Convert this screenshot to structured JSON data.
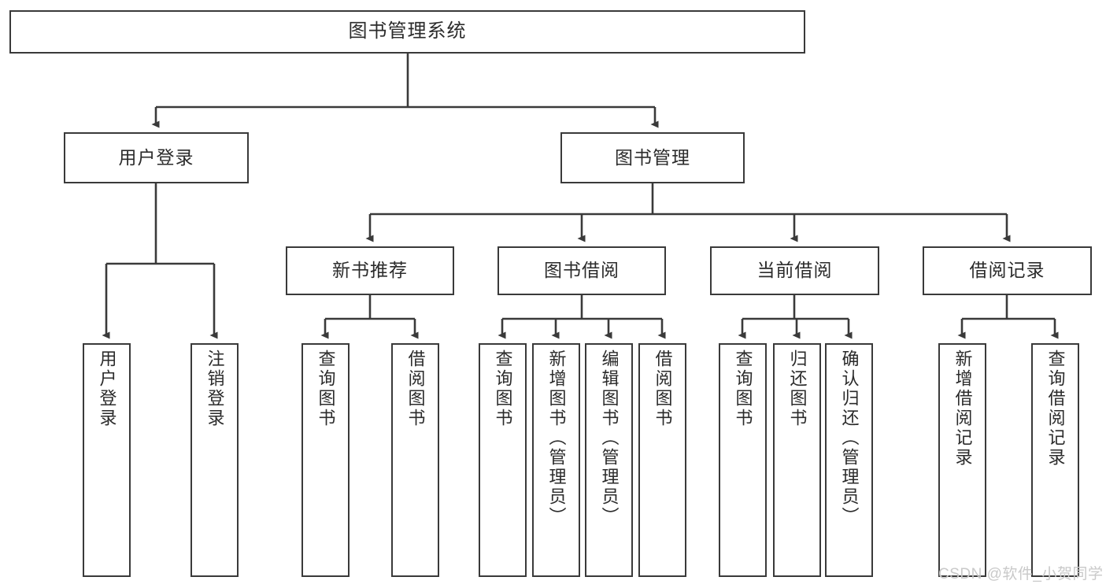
{
  "diagram": {
    "type": "tree",
    "title": "图书管理系统",
    "root": {
      "label": "图书管理系统"
    },
    "level2": [
      {
        "label": "用户登录"
      },
      {
        "label": "图书管理"
      }
    ],
    "level3": [
      {
        "label": "新书推荐"
      },
      {
        "label": "图书借阅"
      },
      {
        "label": "当前借阅"
      },
      {
        "label": "借阅记录"
      }
    ],
    "leaves": {
      "user_login": [
        {
          "label": "用户登录"
        },
        {
          "label": "注销登录"
        }
      ],
      "new_book_recommend": [
        {
          "label": "查询图书"
        },
        {
          "label": "借阅图书"
        }
      ],
      "book_borrow": [
        {
          "label": "查询图书"
        },
        {
          "label": "新增图书（管理员）"
        },
        {
          "label": "编辑图书（管理员）"
        },
        {
          "label": "借阅图书"
        }
      ],
      "current_borrow": [
        {
          "label": "查询图书"
        },
        {
          "label": "归还图书"
        },
        {
          "label": "确认归还（管理员）"
        }
      ],
      "borrow_record": [
        {
          "label": "新增借阅记录"
        },
        {
          "label": "查询借阅记录"
        }
      ]
    }
  },
  "watermark": {
    "text": "CSDN @软件_小贺同学"
  },
  "colors": {
    "border": "#3a3a3a",
    "text": "#2b2b2b",
    "background": "#ffffff",
    "watermark": "#c9c9c9"
  }
}
